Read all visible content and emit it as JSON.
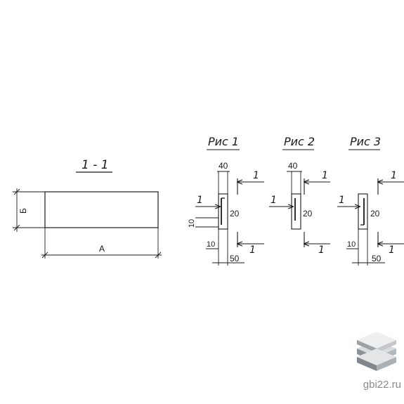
{
  "section": {
    "title": "1 - 1",
    "dim_height": "Б",
    "dim_width": "А"
  },
  "figures": [
    {
      "title": "Рис 1",
      "cut_top": "1",
      "cut_bottom": "1",
      "cut_side": "1",
      "dim_top": "40",
      "dim_right": "20",
      "dim_left": "10",
      "dim_bottom_small": "10",
      "dim_bottom": "50"
    },
    {
      "title": "Рис 2",
      "cut_top": "1",
      "cut_bottom": "1",
      "cut_side": "1",
      "dim_top": "40",
      "dim_right": "20"
    },
    {
      "title": "Рис 3",
      "cut_top": "1",
      "cut_bottom": "1",
      "cut_side": "1",
      "dim_right": "20",
      "dim_bottom_small": "10",
      "dim_bottom": "50"
    }
  ],
  "watermark": {
    "site": "gbi22.ru",
    "icon": "stacked-slabs-logo-icon"
  }
}
